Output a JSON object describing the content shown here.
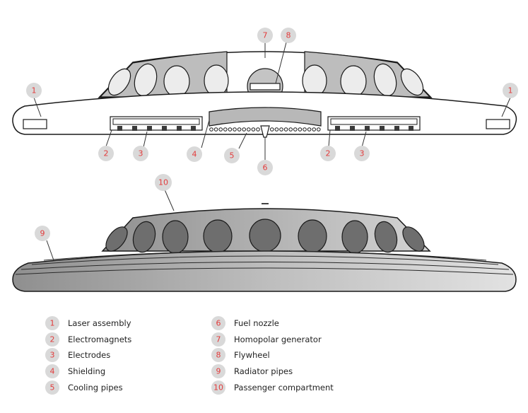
{
  "colors": {
    "accent": "#e23b3b",
    "callout_bg": "#d9d9d9",
    "outline": "#1a1a1a"
  },
  "callouts_top": [
    {
      "id": "laser-left",
      "num": "1"
    },
    {
      "id": "laser-right",
      "num": "1"
    },
    {
      "id": "electromagnets-left",
      "num": "2"
    },
    {
      "id": "electromagnets-right",
      "num": "2"
    },
    {
      "id": "electrodes-left",
      "num": "3"
    },
    {
      "id": "electrodes-right",
      "num": "3"
    },
    {
      "id": "shielding",
      "num": "4"
    },
    {
      "id": "cooling-pipes",
      "num": "5"
    },
    {
      "id": "fuel-nozzle",
      "num": "6"
    },
    {
      "id": "homopolar-generator",
      "num": "7"
    },
    {
      "id": "flywheel",
      "num": "8"
    }
  ],
  "callouts_bottom": [
    {
      "id": "radiator-pipes",
      "num": "9"
    },
    {
      "id": "passenger-compartment",
      "num": "10"
    }
  ],
  "legend": [
    {
      "num": "1",
      "label": "Laser assembly"
    },
    {
      "num": "2",
      "label": "Electromagnets"
    },
    {
      "num": "3",
      "label": "Electrodes"
    },
    {
      "num": "4",
      "label": "Shielding"
    },
    {
      "num": "5",
      "label": "Cooling pipes"
    },
    {
      "num": "6",
      "label": "Fuel nozzle"
    },
    {
      "num": "7",
      "label": "Homopolar generator"
    },
    {
      "num": "8",
      "label": "Flywheel"
    },
    {
      "num": "9",
      "label": "Radiator pipes"
    },
    {
      "num": "10",
      "label": "Passenger compartment"
    }
  ]
}
